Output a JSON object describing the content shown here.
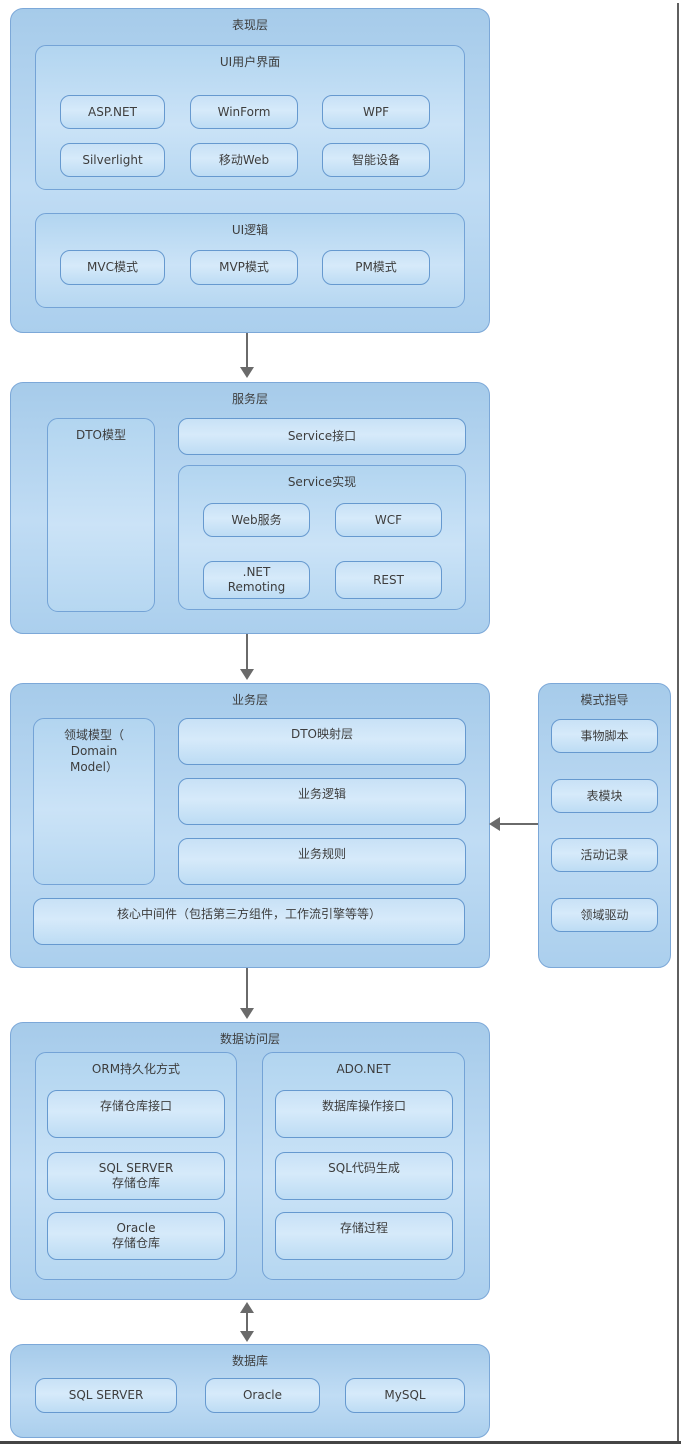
{
  "presentation": {
    "title": "表现层",
    "ui_group": {
      "title": "UI用户界面",
      "items": [
        "ASP.NET",
        "WinForm",
        "WPF",
        "Silverlight",
        "移动Web",
        "智能设备"
      ]
    },
    "logic_group": {
      "title": "UI逻辑",
      "items": [
        "MVC模式",
        "MVP模式",
        "PM模式"
      ]
    }
  },
  "service": {
    "title": "服务层",
    "dto_model": "DTO模型",
    "service_interface": "Service接口",
    "impl_group": {
      "title": "Service实现",
      "items": [
        "Web服务",
        "WCF",
        ".NET\nRemoting",
        "REST"
      ]
    }
  },
  "business": {
    "title": "业务层",
    "domain_model": "领域模型（\nDomain\nModel）",
    "dto_mapping": "DTO映射层",
    "logic": "业务逻辑",
    "rules": "业务规则",
    "middleware": "核心中间件（包括第三方组件，工作流引擎等等）"
  },
  "pattern_guide": {
    "title": "模式指导",
    "items": [
      "事物脚本",
      "表模块",
      "活动记录",
      "领域驱动"
    ]
  },
  "data_access": {
    "title": "数据访问层",
    "orm_group": {
      "title": "ORM持久化方式",
      "items": [
        "存储仓库接口",
        "SQL SERVER\n存储仓库",
        "Oracle\n存储仓库"
      ]
    },
    "ado_group": {
      "title": "ADO.NET",
      "items": [
        "数据库操作接口",
        "SQL代码生成",
        "存储过程"
      ]
    }
  },
  "database": {
    "title": "数据库",
    "items": [
      "SQL SERVER",
      "Oracle",
      "MySQL"
    ]
  },
  "colors": {
    "box_fill_light": "#d6eafa",
    "box_fill_base": "#aecfed",
    "box_border": "#6f9fd4",
    "arrow": "#6a6a6a",
    "frame_right": "#5f5f5f",
    "frame_bottom": "#454545",
    "text": "#3d3d3d"
  }
}
